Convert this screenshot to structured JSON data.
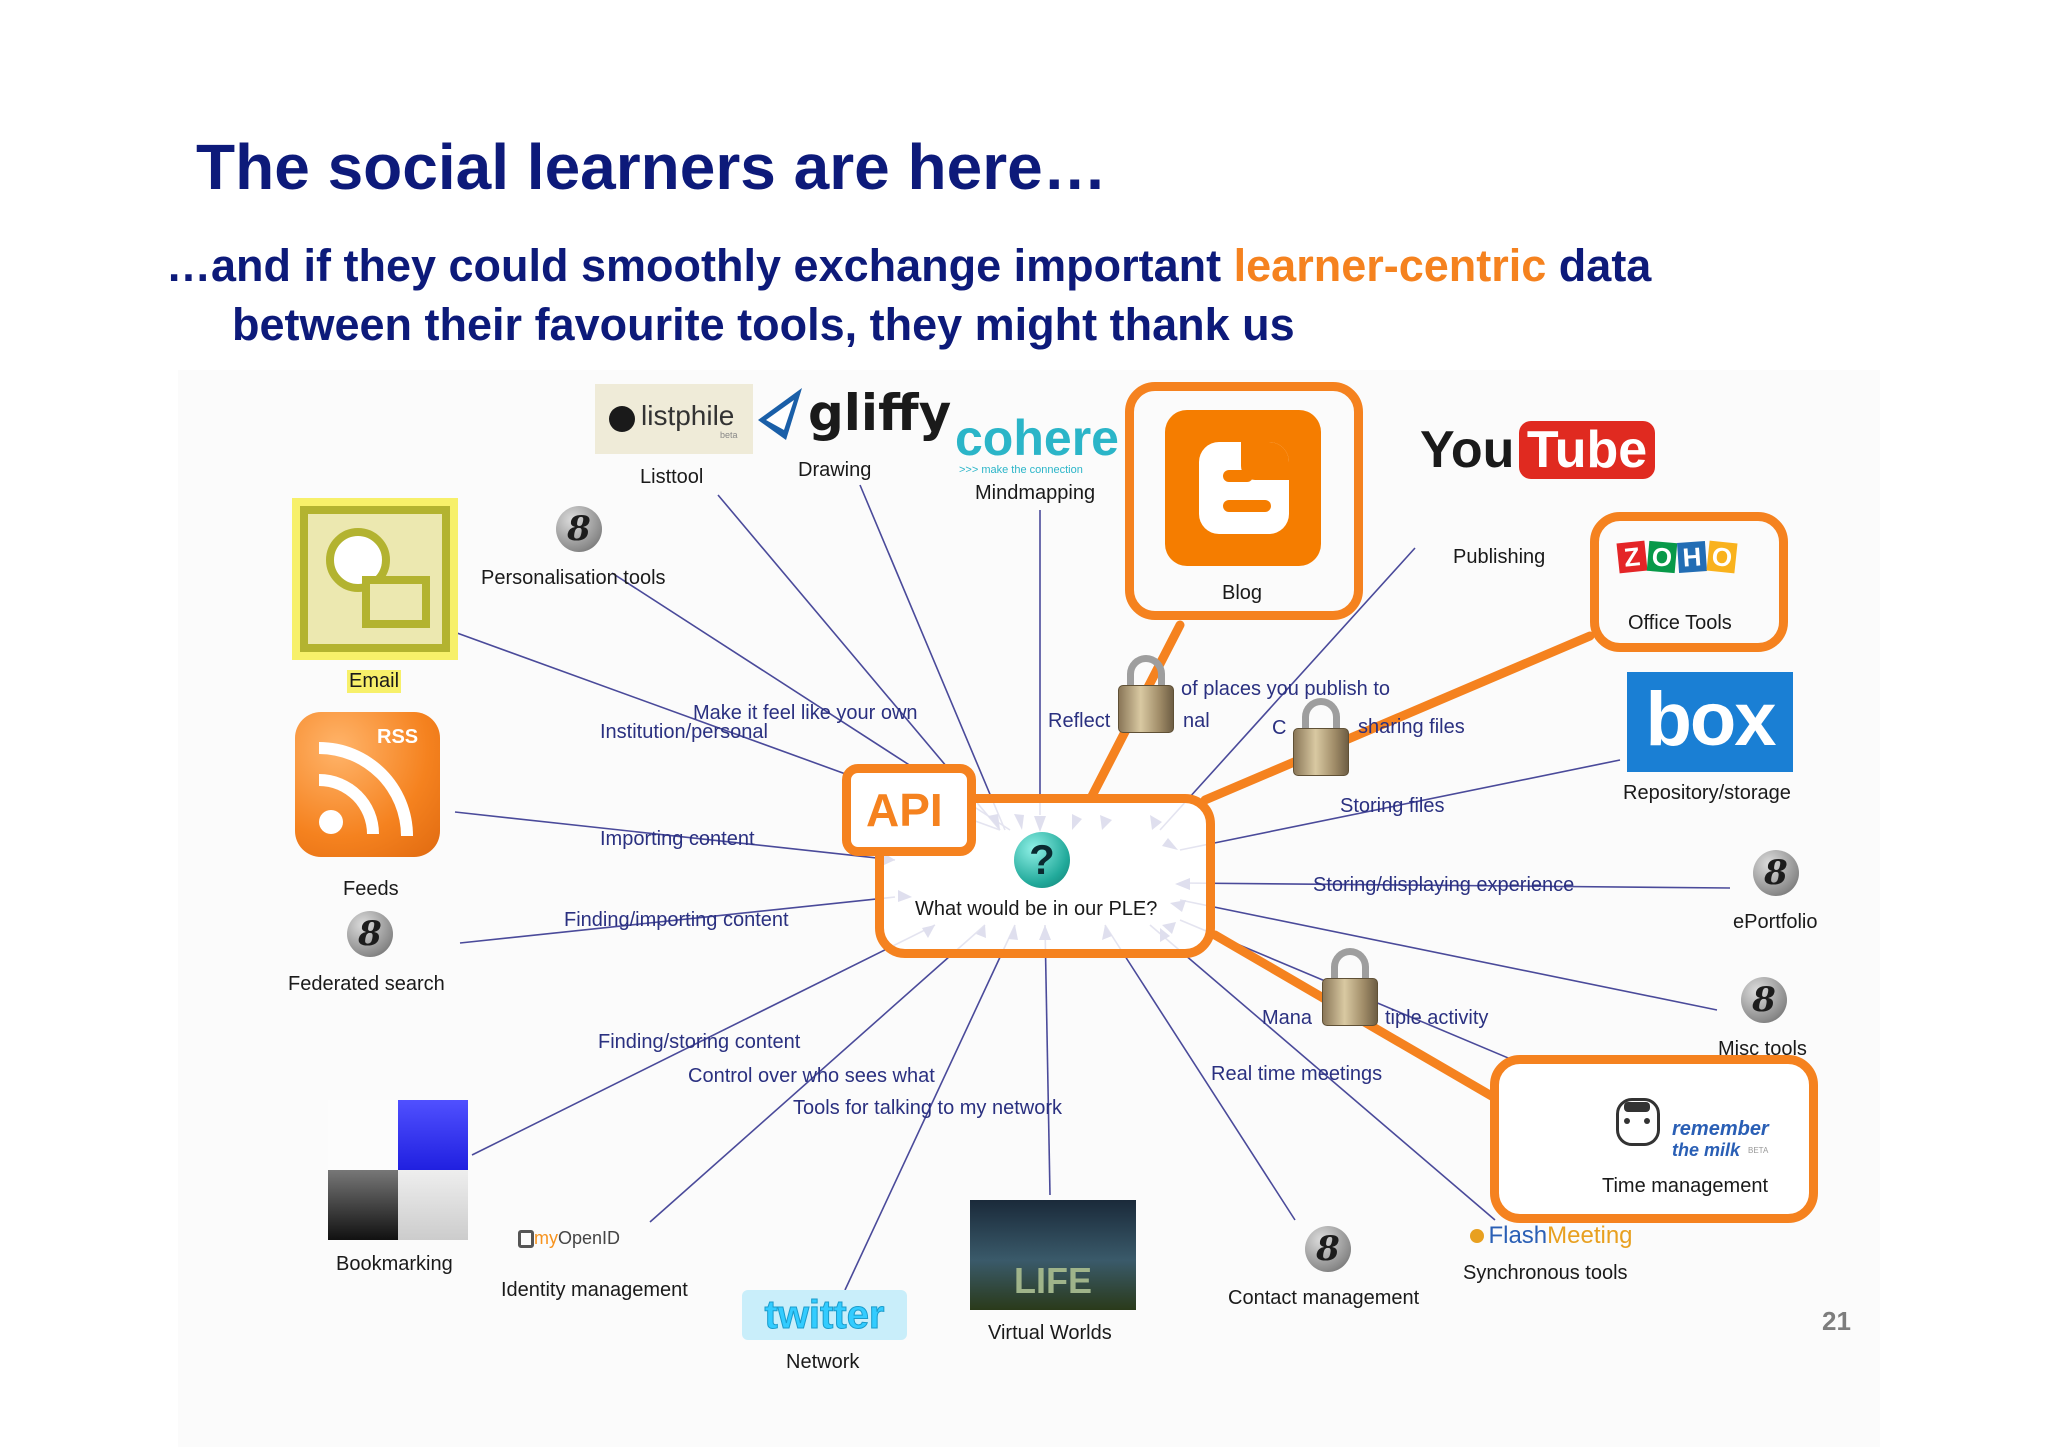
{
  "slide": {
    "title": "The social learners are here…",
    "subtitle_part1": "…and if they could smoothly exchange important ",
    "subtitle_highlight": "learner-centric",
    "subtitle_part2": " data",
    "subtitle_line2": "between their favourite tools, they might thank us",
    "page_number": "21",
    "colors": {
      "title": "#0d1a7a",
      "highlight": "#f5821f",
      "callout": "#f5821f"
    }
  },
  "diagram": {
    "center_question_glyph": "?",
    "center_label": "What would be in our PLE?",
    "api_label": "API",
    "tools": {
      "listtool": "Listtool",
      "drawing": "Drawing",
      "mindmapping": "Mindmapping",
      "blog": "Blog",
      "publishing": "Publishing",
      "office_tools": "Office Tools",
      "personalisation_tools": "Personalisation tools",
      "email": "Email",
      "repository_storage": "Repository/storage",
      "feeds": "Feeds",
      "federated_search": "Federated search",
      "eportfolio": "ePortfolio",
      "misc_tools": "Misc tools",
      "time_management": "Time management",
      "bookmarking": "Bookmarking",
      "identity_management": "Identity management",
      "network": "Network",
      "virtual_worlds": "Virtual Worlds",
      "contact_management": "Contact management",
      "synchronous_tools": "Synchronous tools"
    },
    "edges": {
      "make_it_feel": "Make it feel like your own",
      "institution_personal": "Institution/personal",
      "reflect": "Reflect",
      "places_publish": "of places you publish to",
      "nal": "nal",
      "c": "C",
      "sharing_files": "sharing files",
      "storing_files": "Storing files",
      "importing_content": "Importing content",
      "finding_importing": "Finding/importing content",
      "storing_displaying": "Storing/displaying experience",
      "manage": "Mana",
      "multiple_activity": "tiple activity",
      "finding_storing": "Finding/storing content",
      "control_over": "Control over who sees what",
      "tools_talking": "Tools for talking to my network",
      "real_time": "Real time meetings"
    },
    "logos": {
      "listphile": "listphile",
      "listphile_sub": "beta",
      "gliffy": "gliffy",
      "cohere": "cohere",
      "cohere_tag": ">>> make the connection",
      "youtube_you": "You",
      "youtube_tube": "Tube",
      "zoho": [
        "Z",
        "O",
        "H",
        "O"
      ],
      "box": "box",
      "rss": "RSS",
      "rtm_1": "remember",
      "rtm_2": "the milk",
      "rtm_beta": "BETA",
      "flash_1": "Flash",
      "flash_2": "Meeting",
      "myopenid_1": "my",
      "myopenid_2": "OpenID",
      "twitter": "twitter",
      "second_life": "LIFE"
    },
    "icon_glyph": "8"
  }
}
